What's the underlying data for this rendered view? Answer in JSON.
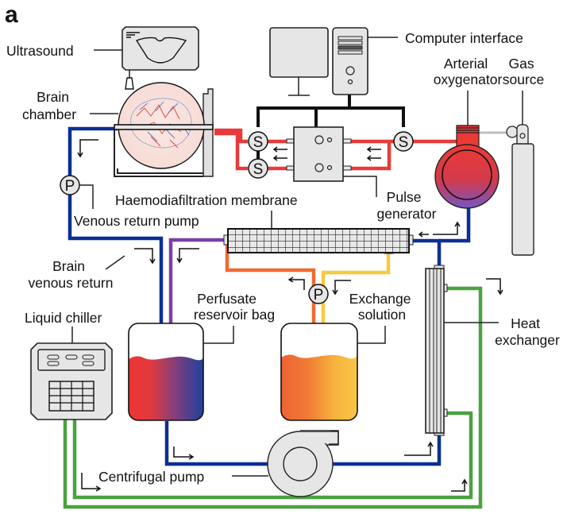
{
  "figure": {
    "panel_label": "a",
    "colors": {
      "arterial": "#e93a3a",
      "venous": "#0a2f96",
      "mixed": "#7d3ea8",
      "perfusate_out": "#ef6a32",
      "exchange": "#f8c93c",
      "coolant": "#4aa23f",
      "control": "#111111",
      "device_fill": "#e6e6e6",
      "brain_chamber": "#fbe9e7"
    },
    "labels": {
      "ultrasound": "Ultrasound",
      "brain_chamber": [
        "Brain",
        "chamber"
      ],
      "computer_interface": "Computer interface",
      "arterial_oxygenator": [
        "Arterial",
        "oxygenator"
      ],
      "gas_source": [
        "Gas",
        "source"
      ],
      "pulse_generator": [
        "Pulse",
        "generator"
      ],
      "haemodiafiltration_membrane": "Haemodiafiltration membrane",
      "venous_return_pump": "Venous return pump",
      "brain_venous_return": [
        "Brain",
        "venous return"
      ],
      "liquid_chiller": "Liquid chiller",
      "perfusate_reservoir_bag": [
        "Perfusate",
        "reservoir bag"
      ],
      "exchange_solution": [
        "Exchange",
        "solution"
      ],
      "heat_exchanger": [
        "Heat",
        "exchanger"
      ],
      "centrifugal_pump": "Centrifugal pump"
    },
    "symbols": {
      "sensor": "S",
      "pump": "P"
    },
    "icons": [
      "ultrasound-monitor-icon",
      "computer-monitor-icon",
      "computer-tower-icon",
      "brain-chamber-icon",
      "pulse-generator-icon",
      "oxygenator-icon",
      "gas-cylinder-icon",
      "membrane-filter-icon",
      "reservoir-bag-icon",
      "exchange-bag-icon",
      "heat-exchanger-icon",
      "centrifugal-pump-icon",
      "liquid-chiller-icon",
      "flow-arrow-icon"
    ]
  }
}
